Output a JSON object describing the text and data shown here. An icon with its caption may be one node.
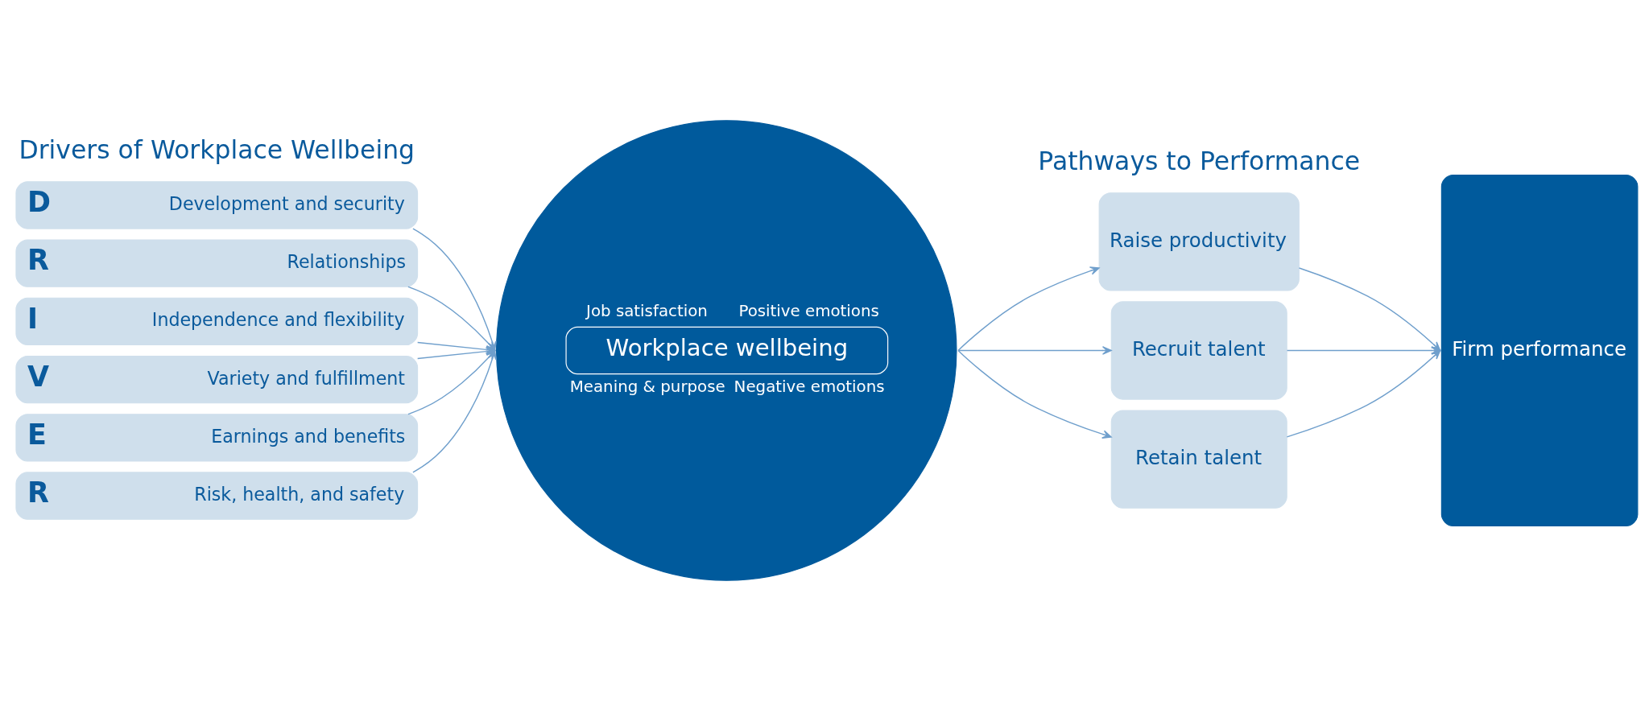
{
  "diagram": {
    "nodes": [
      {
        "text": [
          "D",
          "Development and security"
        ]
      },
      {
        "text": [
          "R",
          "Relationships"
        ]
      },
      {
        "text": [
          "I",
          "Independence and flexibility"
        ]
      },
      {
        "text": [
          "V",
          "Variety and fulfillment"
        ]
      },
      {
        "text": [
          "E",
          "Earnings and benefits"
        ]
      },
      {
        "text": [
          "R",
          "Risk, health, and safety"
        ]
      },
      {
        "text": [
          "Job satisfaction",
          "Positive emotions",
          "Workplace wellbeing",
          "Meaning & purpose",
          "Negative emotions"
        ]
      },
      {
        "text": [
          "Raise productivity"
        ]
      },
      {
        "text": [
          "Recruit talent"
        ]
      },
      {
        "text": [
          "Retain talent"
        ]
      },
      {
        "text": [
          "Firm performance"
        ]
      }
    ],
    "edges": [
      {
        "from": 0,
        "to": 6,
        "arrow": "to"
      },
      {
        "from": 1,
        "to": 6,
        "arrow": "to"
      },
      {
        "from": 2,
        "to": 6,
        "arrow": "to"
      },
      {
        "from": 3,
        "to": 6,
        "arrow": "to"
      },
      {
        "from": 4,
        "to": 6,
        "arrow": "to"
      },
      {
        "from": 5,
        "to": 6,
        "arrow": "to"
      },
      {
        "from": 6,
        "to": 7,
        "arrow": "to"
      },
      {
        "from": 6,
        "to": 8,
        "arrow": "to"
      },
      {
        "from": 6,
        "to": 9,
        "arrow": "to"
      },
      {
        "from": 7,
        "to": 10,
        "arrow": "to"
      },
      {
        "from": 8,
        "to": 10,
        "arrow": "to"
      },
      {
        "from": 9,
        "to": 10,
        "arrow": "to"
      }
    ],
    "labels": [
      "Drivers of Workplace Wellbeing",
      "Pathways to Performance"
    ]
  }
}
